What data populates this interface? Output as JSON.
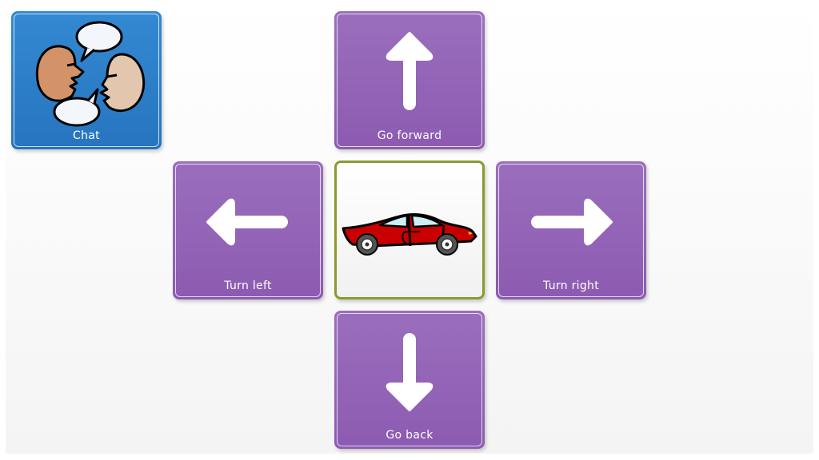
{
  "board": {
    "tiles": {
      "chat": {
        "label": "Chat",
        "icon": "chat-people-icon",
        "color": "#2f80c9"
      },
      "go_forward": {
        "label": "Go forward",
        "icon": "arrow-up-icon",
        "color": "#9465b8"
      },
      "turn_left": {
        "label": "Turn left",
        "icon": "arrow-left-icon",
        "color": "#9465b8"
      },
      "car": {
        "label": "",
        "icon": "car-icon",
        "border_color": "#8a9b2c"
      },
      "turn_right": {
        "label": "Turn right",
        "icon": "arrow-right-icon",
        "color": "#9465b8"
      },
      "go_back": {
        "label": "Go back",
        "icon": "arrow-down-icon",
        "color": "#9465b8"
      }
    }
  }
}
